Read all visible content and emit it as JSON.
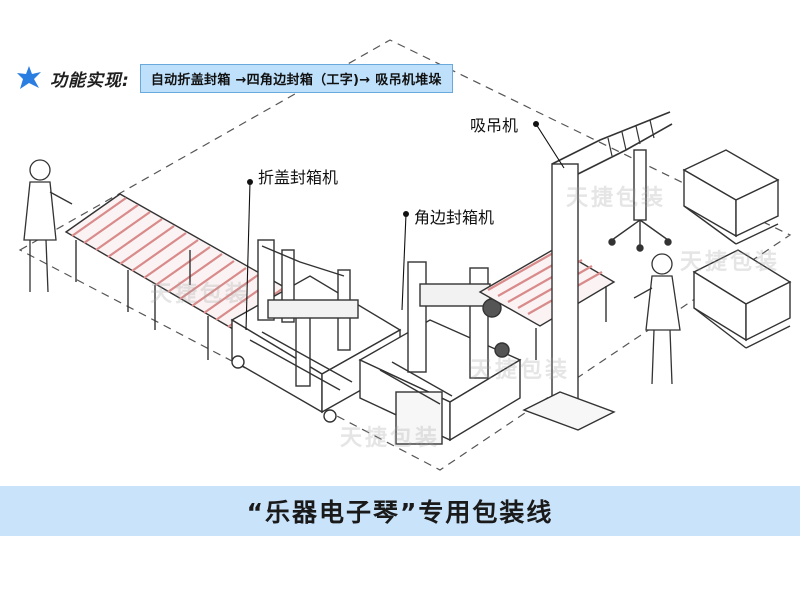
{
  "feature": {
    "label": "功能实现:",
    "flow": "自动折盖封箱 →四角边封箱（工字)→ 吸吊机堆垛"
  },
  "callouts": {
    "fold_sealer": "折盖封箱机",
    "corner_sealer": "角边封箱机",
    "vacuum_lifter": "吸吊机"
  },
  "banner": {
    "title": "“乐器电子琴”专用包装线"
  },
  "watermark": "天捷包装",
  "colors": {
    "accent": "#2a7de1",
    "banner_bg": "#c9e3fb",
    "flow_bg": "#bfe0fb",
    "roller": "#d98a8a",
    "line": "#333333"
  },
  "icons": [
    "star-icon"
  ]
}
